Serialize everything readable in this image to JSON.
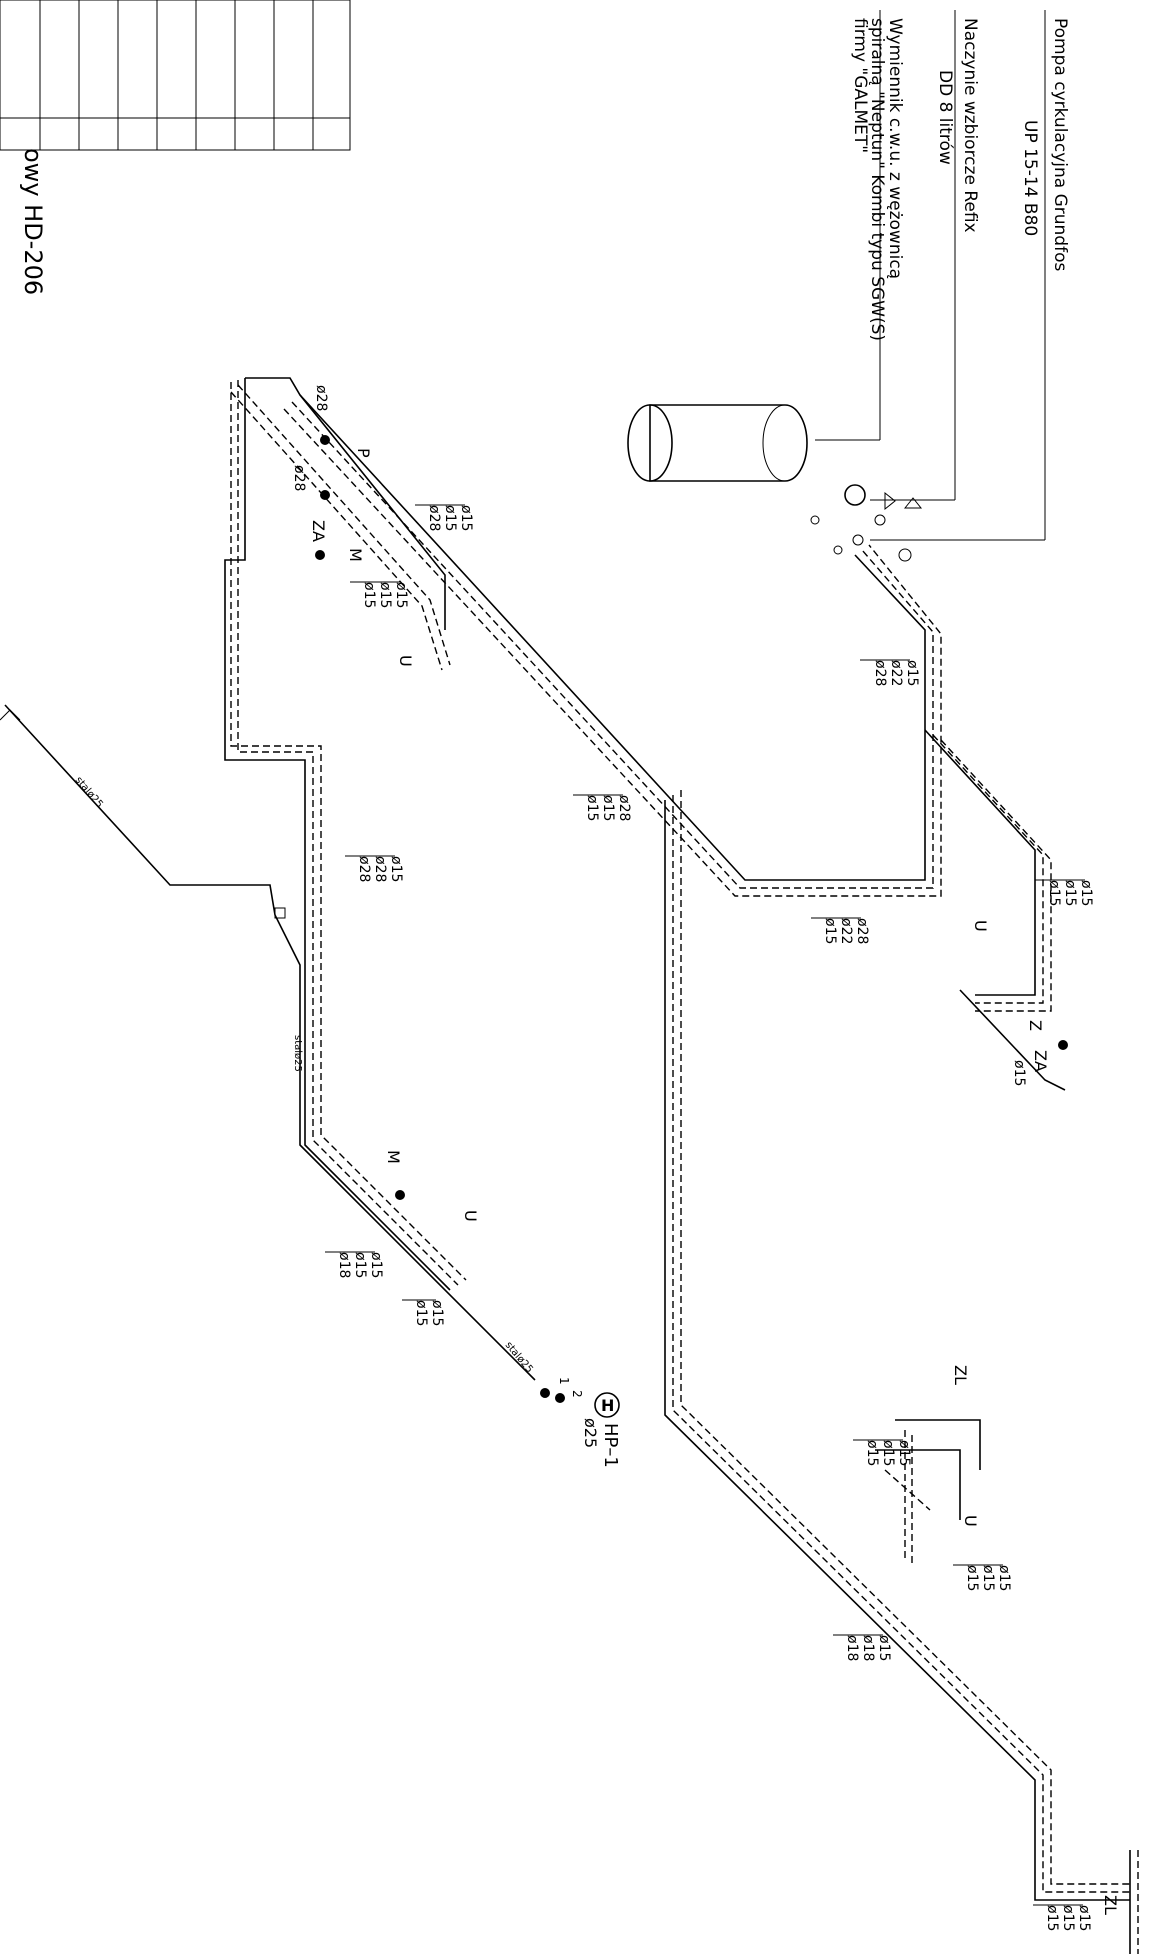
{
  "title_block": {
    "drawing_number": "owy HD-206"
  },
  "legend": {
    "pump": [
      "Pompa cyrkulacyjna Grundfos",
      "UP 15-14 B80"
    ],
    "vessel": [
      "Naczynie wzbiorcze Refix",
      "DD 8 litrów"
    ],
    "exchanger": [
      "Wymiennik c.w.u. z wężownicą",
      "spiralną \"Neptun\" Kombi typu SGW(S)",
      "firmy \"GALMET\""
    ]
  },
  "fixtures": {
    "P": "P",
    "ZA": "ZA",
    "M": "M",
    "U": "U",
    "Z": "Z",
    "ZL": "ZL",
    "H": "H",
    "hp_name": "HP–1",
    "hp_size": "ø25",
    "hp_n1": "1",
    "hp_n2": "2"
  },
  "dims": {
    "d28": "ø28",
    "d22": "ø22",
    "d18": "ø18",
    "d15": "ø15",
    "d25": "ø25",
    "stal25": "stalø25"
  }
}
